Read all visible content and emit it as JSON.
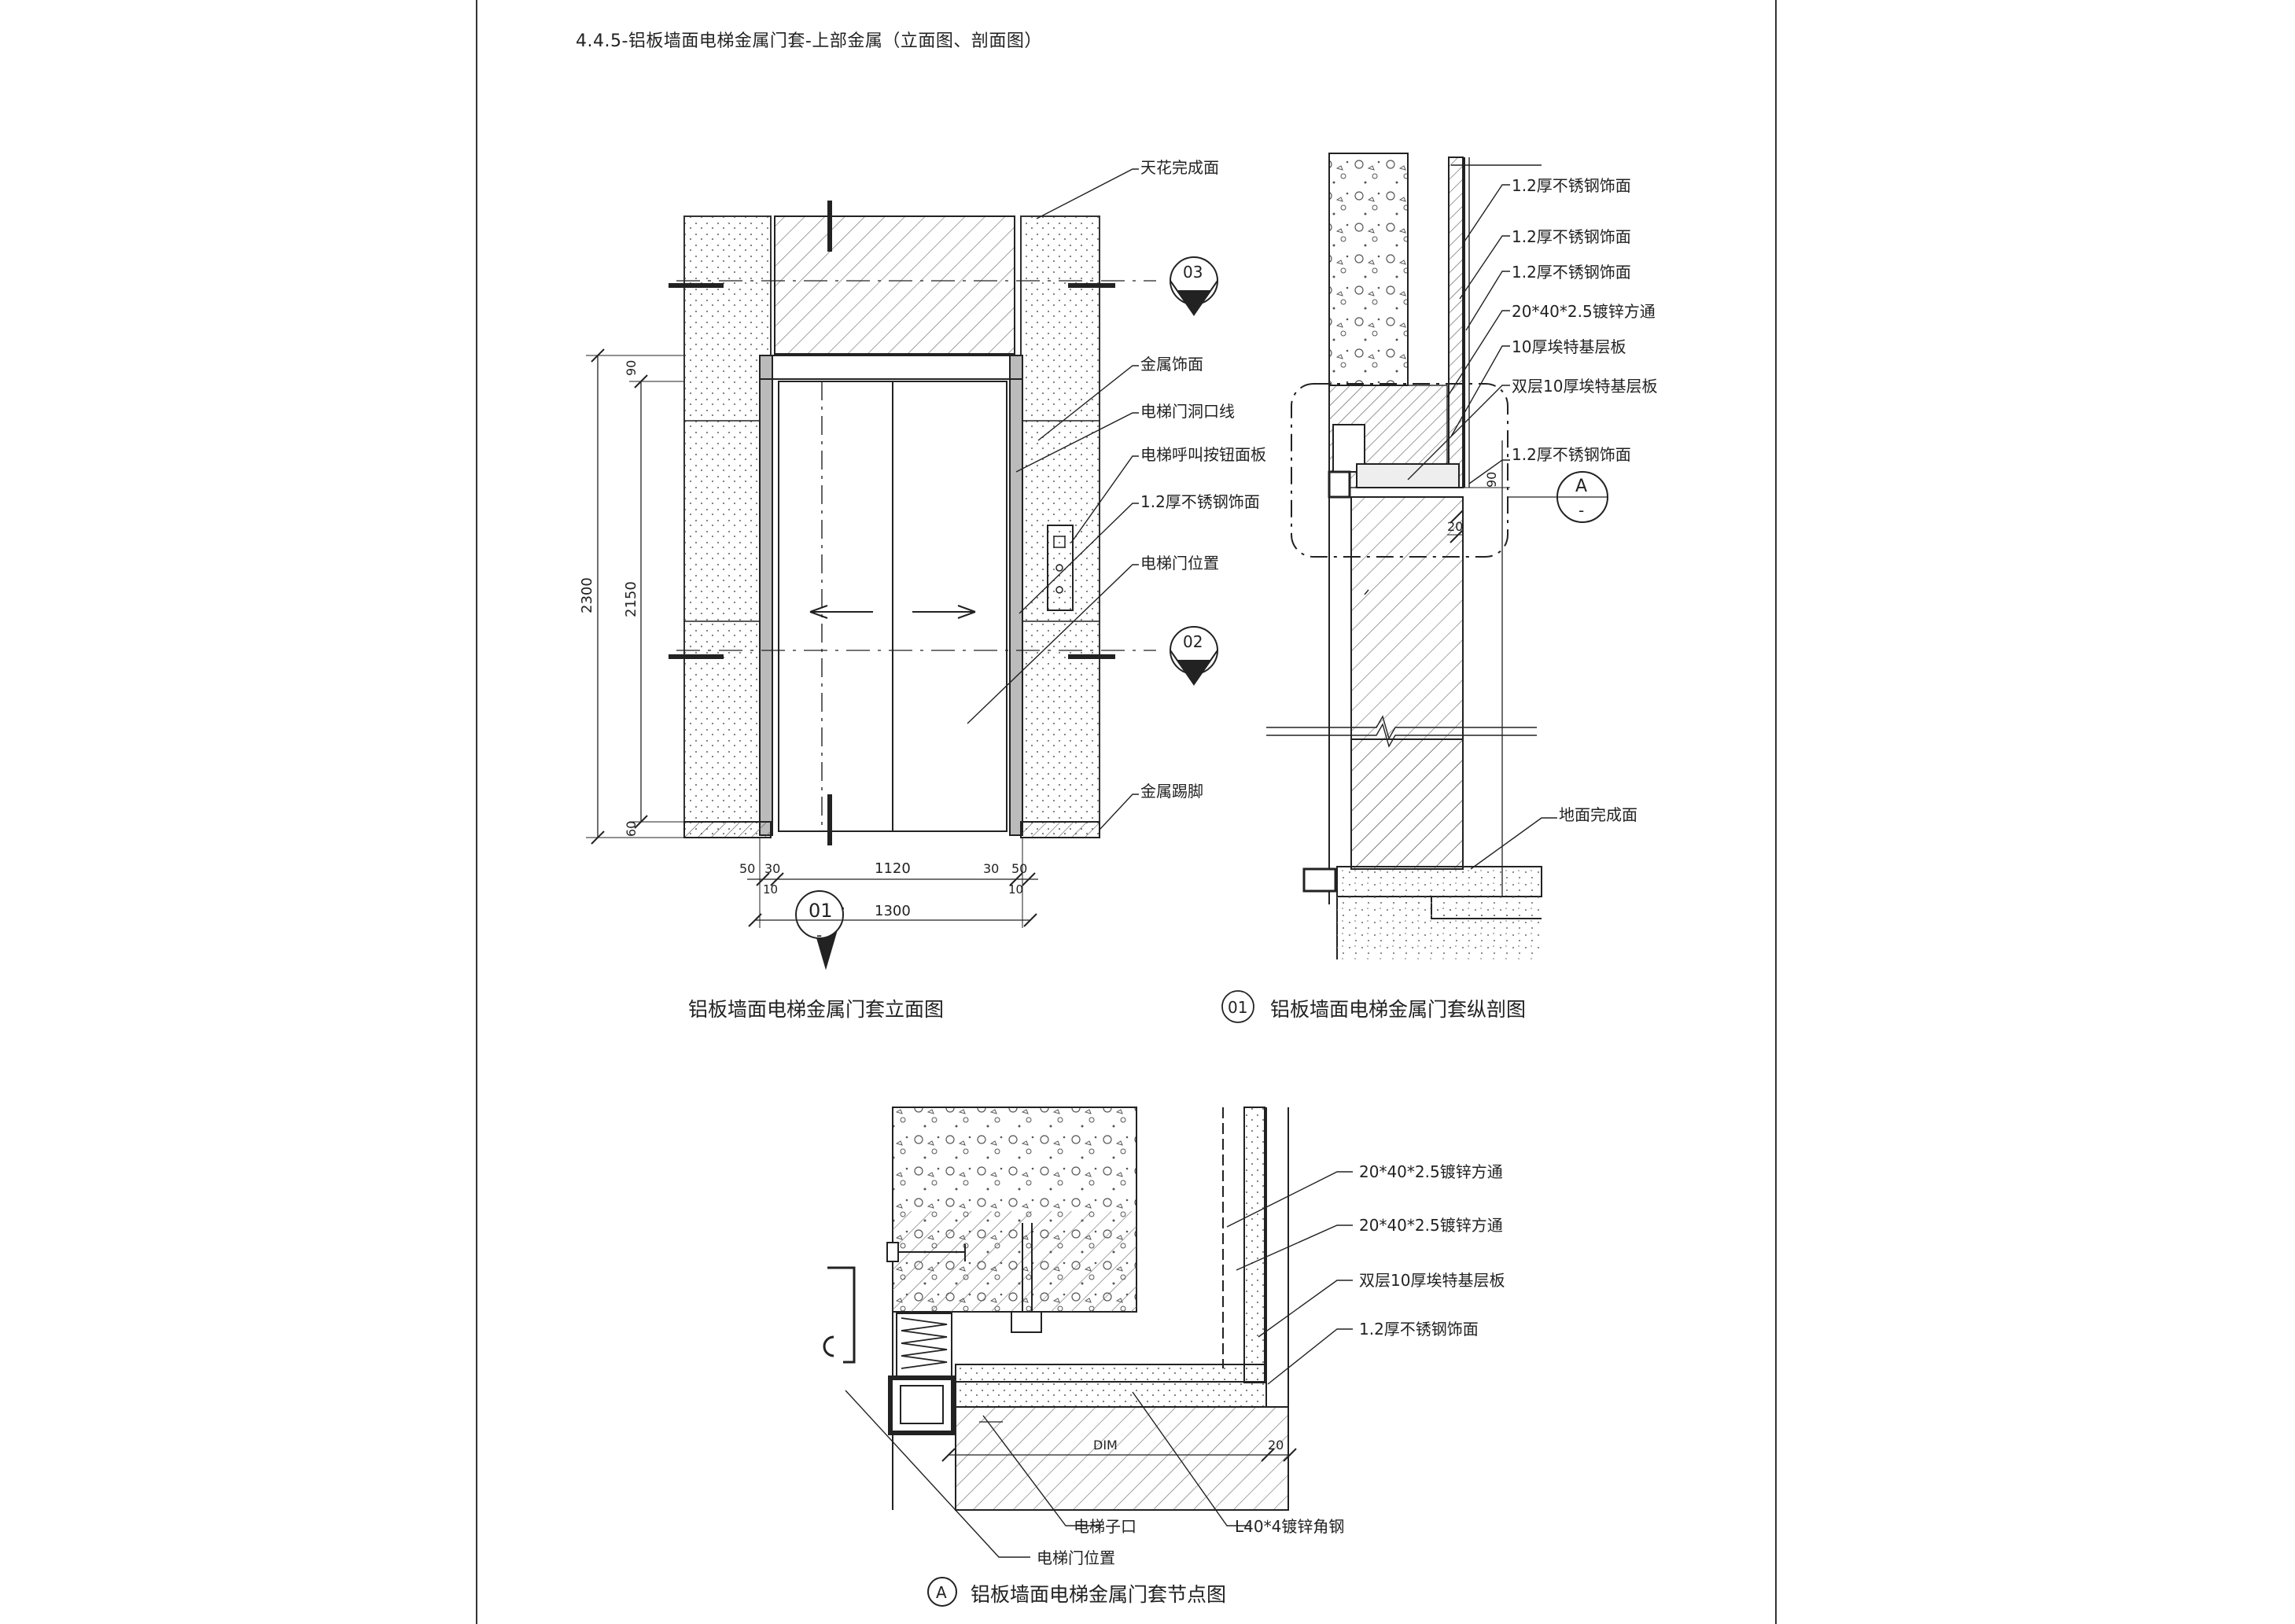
{
  "sheet": {
    "title": "4.4.5-铝板墙面电梯金属门套-上部金属（立面图、剖面图）"
  },
  "elevation": {
    "caption": "铝板墙面电梯金属门套立面图",
    "labels": [
      "天花完成面",
      "金属饰面",
      "电梯门洞口线",
      "电梯呼叫按钮面板",
      "1.2厚不锈钢饰面",
      "电梯门位置",
      "金属踢脚"
    ],
    "markers": {
      "top": "03",
      "middle": "02",
      "bottom": "01",
      "bottom_sub": "-"
    },
    "dims": {
      "total_height": "2300",
      "door_height": "2150",
      "top_band": "90",
      "base_band": "60",
      "d50": "50",
      "d30a": "30",
      "d10a": "10",
      "d1120": "1120",
      "d30b": "30",
      "d10b": "10",
      "d50b": "50",
      "d1300": "1300"
    }
  },
  "section": {
    "caption_marker": "01",
    "caption": "铝板墙面电梯金属门套纵剖图",
    "labels": [
      "1.2厚不锈钢饰面",
      "1.2厚不锈钢饰面",
      "1.2厚不锈钢饰面",
      "20*40*2.5镀锌方通",
      "10厚埃特基层板",
      "双层10厚埃特基层板",
      "1.2厚不锈钢饰面",
      "地面完成面"
    ],
    "detail_marker": {
      "id": "A",
      "sub": "-"
    },
    "dims": {
      "d90": "90",
      "d20": "20"
    }
  },
  "detail": {
    "caption_marker": "A",
    "caption": "铝板墙面电梯金属门套节点图",
    "labels": [
      "20*40*2.5镀锌方通",
      "20*40*2.5镀锌方通",
      "双层10厚埃特基层板",
      "1.2厚不锈钢饰面",
      "电梯子口",
      "L40*4镀锌角钢",
      "电梯门位置"
    ],
    "dims": {
      "dim": "DIM",
      "d20": "20"
    }
  },
  "colors": {
    "line": "#222222",
    "hatch": "#555555",
    "frame": "#333333"
  }
}
